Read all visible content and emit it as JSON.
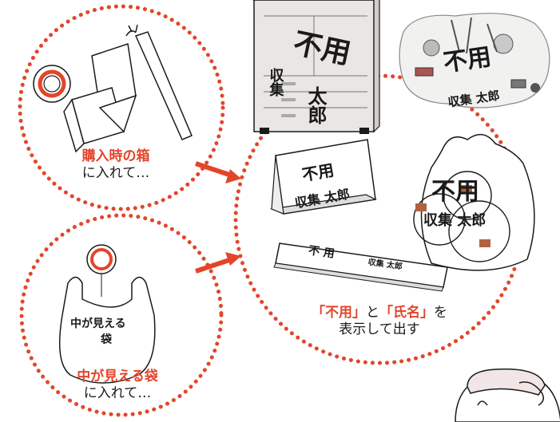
{
  "colors": {
    "accent": "#e2462a",
    "outline": "#1a1a1a",
    "paper": "#ffffff",
    "furniture_fill": "#e9e6e3"
  },
  "box_method": {
    "highlight": "購入時の箱",
    "suffix": "に入れて…"
  },
  "bag_method": {
    "bag_label_line1": "中が見える",
    "bag_label_line2": "袋",
    "highlight": "中が見える袋",
    "suffix": "に入れて…"
  },
  "label_examples": {
    "cabinet": {
      "fuyou": "不用",
      "name1": "収集",
      "name2": "太郎"
    },
    "bundle": {
      "fuyou": "不用",
      "name": "収集 太郎"
    },
    "box": {
      "fuyou": "不用",
      "name": "収集 太郎"
    },
    "bag": {
      "fuyou": "不用",
      "name": "収集 太郎"
    },
    "rod": {
      "fuyou": "不 用",
      "name": "収集 太郎"
    }
  },
  "instruction": {
    "q1": "「不用」",
    "mid": "と",
    "q2": "「氏名」",
    "end": "を",
    "line2": "表示して出す"
  }
}
